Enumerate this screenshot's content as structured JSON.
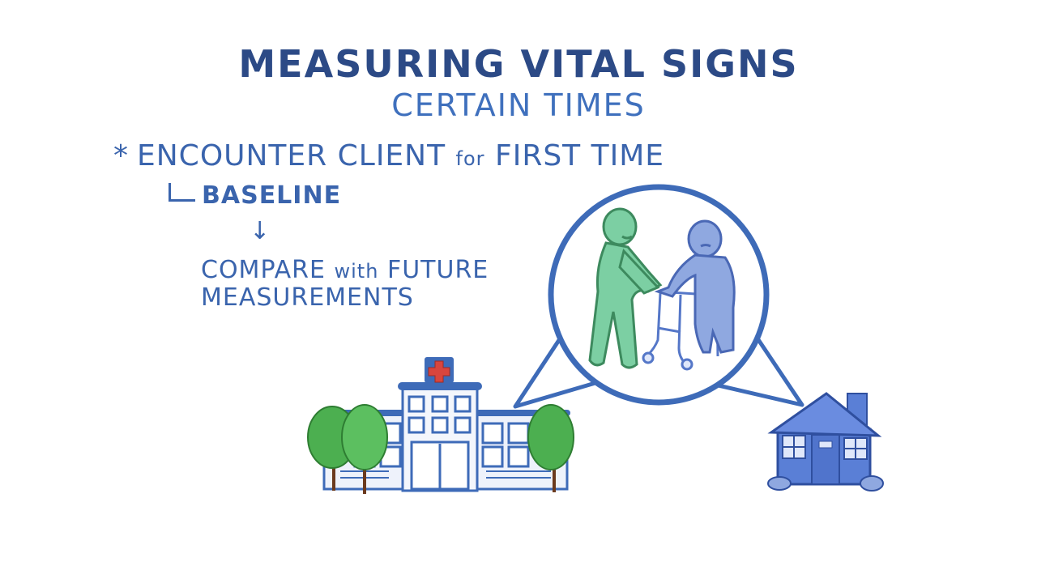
{
  "slide": {
    "title": "MEASURING VITAL SIGNS",
    "subtitle": "CERTAIN TIMES",
    "bullet": {
      "marker": "*",
      "text_part1": "ENCOUNTER CLIENT ",
      "text_for": "for",
      "text_part2": " FIRST TIME"
    },
    "sub_item": "BASELINE",
    "arrow": "↓",
    "result_line1_a": "COMPARE ",
    "result_line1_with": "with",
    "result_line1_b": " FUTURE",
    "result_line2": "MEASUREMENTS"
  },
  "illustration": {
    "callout_bubble": "nurse-helping-elderly-client-with-walker",
    "left_building": "hospital",
    "right_building": "home",
    "colors": {
      "outline_blue": "#3e6bb8",
      "nurse_green": "#7ccfa3",
      "client_blue": "#8fa8e0",
      "house_blue": "#5a7fd6",
      "tree_green": "#4caf50",
      "cross_red": "#d9453d"
    }
  }
}
